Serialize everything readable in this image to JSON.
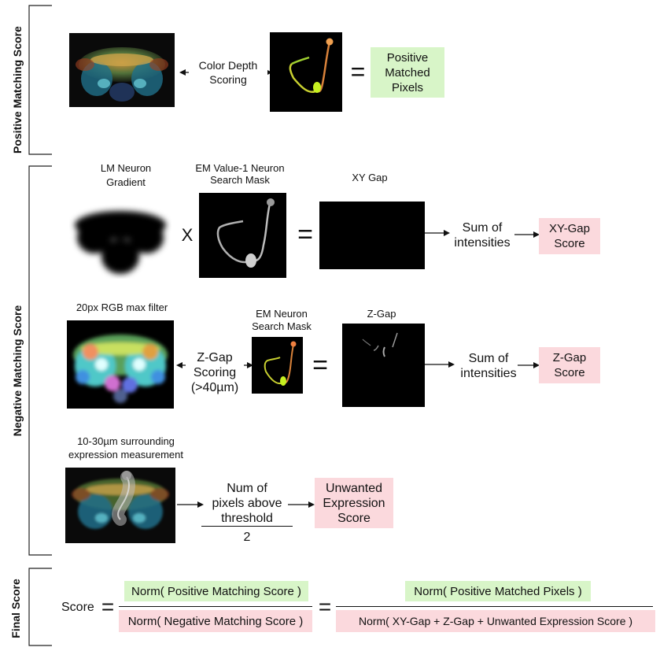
{
  "sections": {
    "positive": "Positive Matching Score",
    "negative": "Negative Matching Score",
    "final": "Final Score"
  },
  "row1": {
    "arrow_label": [
      "Color Depth",
      "Scoring"
    ],
    "equals": "=",
    "result": [
      "Positive",
      "Matched",
      "Pixels"
    ]
  },
  "row2": {
    "lm_label": [
      "LM Neuron",
      "Gradient"
    ],
    "em_label": [
      "EM Value-1 Neuron",
      "Search Mask"
    ],
    "xy_label": "XY Gap",
    "times": "X",
    "equals": "=",
    "sum_label": [
      "Sum of",
      "intensities"
    ],
    "result": [
      "XY-Gap",
      "Score"
    ]
  },
  "row3": {
    "filter_label": "20px RGB max filter",
    "arrow_label": [
      "Z-Gap",
      "Scoring",
      "(>40µm)"
    ],
    "em_label": [
      "EM Neuron",
      "Search Mask"
    ],
    "equals": "=",
    "zgap_label": "Z-Gap",
    "sum_label": [
      "Sum of",
      "intensities"
    ],
    "result": [
      "Z-Gap",
      "Score"
    ]
  },
  "row4": {
    "label": [
      "10-30µm surrounding",
      "expression measurement"
    ],
    "numerator": [
      "Num of",
      "pixels above",
      "threshold"
    ],
    "denominator": "2",
    "result": [
      "Unwanted",
      "Expression",
      "Score"
    ]
  },
  "final": {
    "score_label": "Score",
    "eq1": "=",
    "eq2": "=",
    "num1": "Norm( Positive Matching Score )",
    "den1": "Norm( Negative Matching Score )",
    "num2": "Norm( Positive Matched Pixels )",
    "den2": "Norm( XY-Gap + Z-Gap + Unwanted Expression Score )"
  },
  "colors": {
    "green_box": "#d8f5c8",
    "pink_box": "#fbd9dd"
  }
}
